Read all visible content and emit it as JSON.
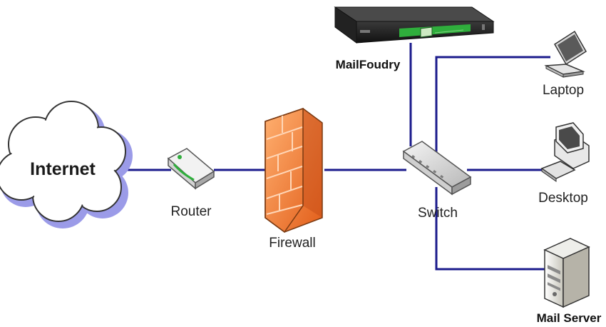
{
  "diagram": {
    "nodes": {
      "internet": {
        "label": "Internet"
      },
      "router": {
        "label": "Router"
      },
      "firewall": {
        "label": "Firewall"
      },
      "switch": {
        "label": "Switch"
      },
      "mailfoundry": {
        "label": "MailFoudry"
      },
      "laptop": {
        "label": "Laptop"
      },
      "desktop": {
        "label": "Desktop"
      },
      "mailserver": {
        "label": "Mail Server"
      }
    },
    "colors": {
      "link": "#1c1c8c",
      "firewall": "#f07a30",
      "cloud_shadow": "#9b9be8",
      "appliance_accent": "#2fae3c"
    }
  }
}
